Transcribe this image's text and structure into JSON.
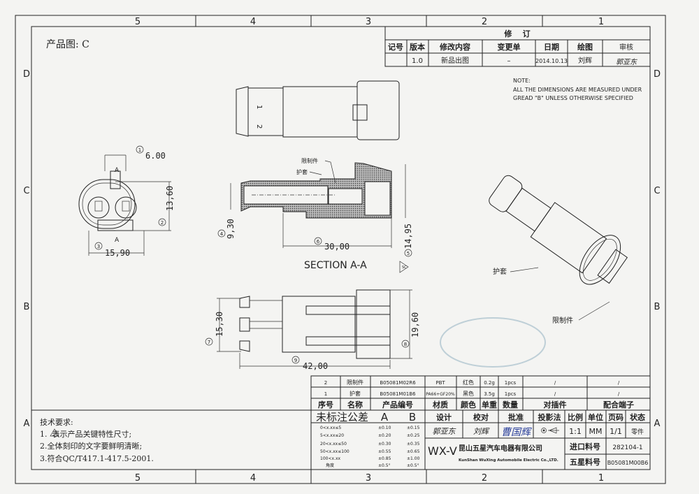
{
  "zones": {
    "columns": [
      "5",
      "4",
      "3",
      "2",
      "1"
    ],
    "rows": [
      "D",
      "C",
      "B",
      "A"
    ]
  },
  "title": "产品图: C",
  "revision": {
    "title": "修    订",
    "headers": [
      "记号",
      "版本",
      "修改内容",
      "变更单",
      "日期",
      "绘图",
      "审核"
    ],
    "rows": [
      [
        "",
        "1.0",
        "新品出图",
        "–",
        "2014.10.13",
        "刘辉",
        "郭亚东"
      ]
    ]
  },
  "note": {
    "heading": "NOTE:",
    "line1": "ALL THE DIMENSIONS ARE MEASURED UNDER",
    "line2": "GREAD \"B\" UNLESS OTHERWISE SPECIFIED"
  },
  "front_view": {
    "dim1": "6.00",
    "dim2": "13,60",
    "dim3": "15,90",
    "section_mark": "A",
    "balloon1": "1",
    "balloon2": "2",
    "balloon3": "3"
  },
  "top_view": {
    "pin1": "1",
    "pin2": "2"
  },
  "section_view": {
    "label": "SECTION A-A",
    "callout_lock": "限制件",
    "callout_housing": "护套",
    "dim4": "9,30",
    "dim5": "14,95",
    "dim6": "30,00",
    "balloon4": "4",
    "balloon5": "5",
    "balloon6": "6",
    "key_symbol": "SC"
  },
  "side_view": {
    "dim7": "15,30",
    "dim8": "19,60",
    "dim9": "42,00",
    "balloon7": "7",
    "balloon8": "8",
    "balloon9": "9"
  },
  "iso_view": {
    "callout_housing": "护套",
    "callout_lock": "限制件"
  },
  "parts": {
    "headers": [
      "序号",
      "名称",
      "产品编号",
      "材质",
      "颜色",
      "单重",
      "数量",
      "对插件",
      "配合端子"
    ],
    "rows": [
      [
        "2",
        "限制件",
        "B05081M02R6",
        "PBT",
        "红色",
        "0.2g",
        "1pcs",
        "/",
        "/"
      ],
      [
        "1",
        "护套",
        "B05081M01B6",
        "PA66+GF20%",
        "黑色",
        "3.5g",
        "1pcs",
        "/",
        "/"
      ]
    ]
  },
  "tolerance": {
    "title": "未标注公差",
    "col_a": "A",
    "col_b": "B",
    "rows": [
      [
        "0<x.xx≤5",
        "±0.10",
        "±0.15"
      ],
      [
        "5<x.xx≤20",
        "±0.20",
        "±0.25"
      ],
      [
        "20<x.xx≤50",
        "±0.30",
        "±0.35"
      ],
      [
        "50<x.xx≤100",
        "±0.55",
        "±0.65"
      ],
      [
        "100<x.xx",
        "±0.85",
        "±1.00"
      ],
      [
        "角度",
        "±0.5°",
        "±0.5°"
      ]
    ]
  },
  "title_block": {
    "headers": [
      "设计",
      "校对",
      "批准",
      "投影法",
      "比例",
      "单位",
      "页码",
      "状态"
    ],
    "values": {
      "design": "郭亚东",
      "check": "刘辉",
      "approve": "曹国辉",
      "scale": "1:1",
      "unit": "MM",
      "page": "1/1",
      "status": "零件"
    },
    "logo": "WX-V",
    "company_cn": "昆山五星汽车电器有限公司",
    "company_en": "KunShan WuXing Automobile Electric Co.,LTD.",
    "import_no_label": "进口料号",
    "import_no": "282104-1",
    "wx_no_label": "五星料号",
    "wx_no": "B05081M00B6"
  },
  "tech_requirements": {
    "heading": "技术要求:",
    "items": [
      "1.  表示产品关键特性尺寸;",
      "2.全体刻印的文字要鲜明清晰;",
      "3.符合QC/T417.1-417.5-2001."
    ]
  }
}
